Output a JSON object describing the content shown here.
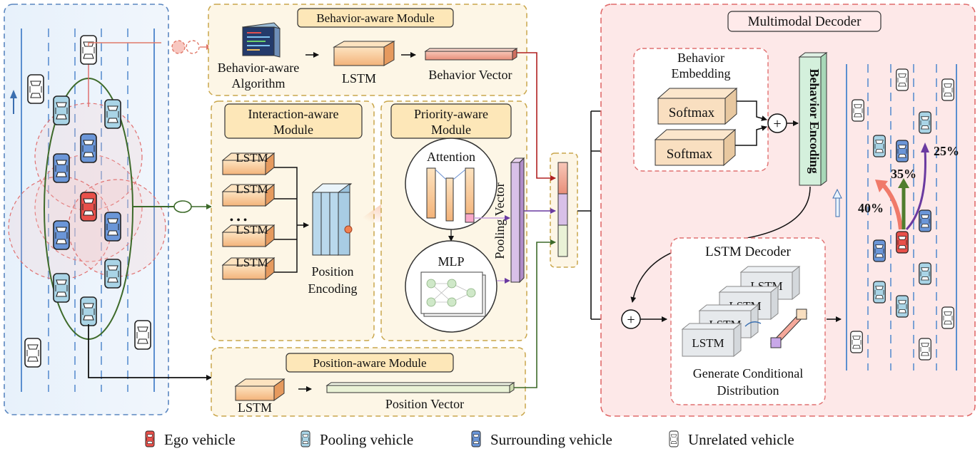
{
  "behavior_module": {
    "title": "Behavior-aware Module",
    "algorithm_line1": "Behavior-aware",
    "algorithm_line2": "Algorithm",
    "lstm": "LSTM",
    "vector": "Behavior Vector"
  },
  "interaction_module": {
    "title_line1": "Interaction-aware",
    "title_line2": "Module",
    "lstm_labels": [
      "LSTM",
      "LSTM",
      "LSTM",
      "LSTM"
    ],
    "ellipsis": "• • •",
    "position_encoding_line1": "Position",
    "position_encoding_line2": "Encoding"
  },
  "priority_module": {
    "title_line1": "Priority-aware",
    "title_line2": "Module",
    "attention": "Attention",
    "mlp": "MLP",
    "pooling_vector": "Pooling Vector"
  },
  "position_module": {
    "title": "Position-aware Module",
    "lstm": "LSTM",
    "vector": "Position Vector"
  },
  "decoder": {
    "title": "Multimodal Decoder",
    "behavior_embedding_line1": "Behavior",
    "behavior_embedding_line2": "Embedding",
    "softmax_1": "Softmax",
    "softmax_2": "Softmax",
    "behavior_encoding": "Behavior Encoding",
    "lstm_decoder_title": "LSTM Decoder",
    "lstm_stack": [
      "LSTM",
      "LSTM",
      "LSTM",
      "LSTM"
    ],
    "generate_line1": "Generate Conditional",
    "generate_line2": "Distribution",
    "plus": "+"
  },
  "predictions": [
    {
      "label": "40%",
      "color": "#f07a6a"
    },
    {
      "label": "35%",
      "color": "#4f7d2e"
    },
    {
      "label": "25%",
      "color": "#6a3aa0"
    }
  ],
  "legend": [
    {
      "label": "Ego vehicle",
      "color": "#e8504a"
    },
    {
      "label": "Pooling vehicle",
      "color": "#a9d4e6"
    },
    {
      "label": "Surrounding vehicle",
      "color": "#6b96d8"
    },
    {
      "label": "Unrelated vehicle",
      "color": "#ffffff"
    }
  ],
  "colors": {
    "module_bg": "#fdf6e6",
    "module_border": "#c9a64b",
    "decoder_bg": "#fde8e8",
    "decoder_border": "#e06a6a",
    "road_bg": "#eaf3fb",
    "road_border": "#5a86c0"
  }
}
